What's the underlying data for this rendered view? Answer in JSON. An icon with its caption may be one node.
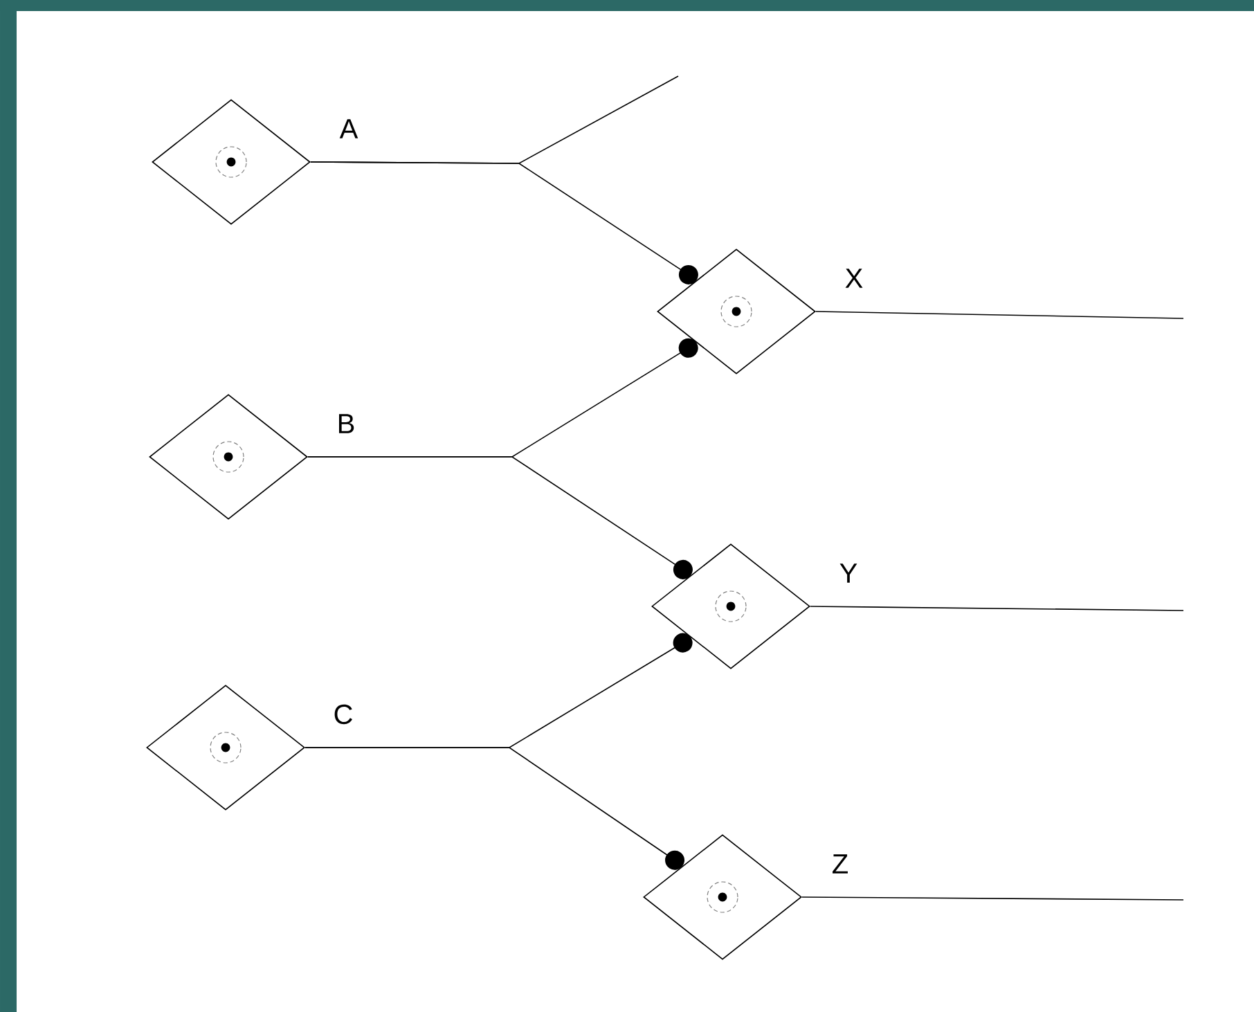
{
  "diagram": {
    "nodes": [
      {
        "text": [],
        "shape": "diamond",
        "beside": [
          "A"
        ]
      },
      {
        "text": [],
        "shape": "diamond",
        "beside": [
          "B"
        ]
      },
      {
        "text": [],
        "shape": "diamond",
        "beside": [
          "C"
        ]
      },
      {
        "text": [],
        "shape": "diamond",
        "beside": [
          "X"
        ]
      },
      {
        "text": [],
        "shape": "diamond",
        "beside": [
          "Y"
        ]
      },
      {
        "text": [],
        "shape": "diamond",
        "beside": [
          "Z"
        ]
      }
    ],
    "edges": [
      {
        "from": 0,
        "to": null,
        "arrow": "none"
      },
      {
        "from": 0,
        "to": 3,
        "arrow": "other"
      },
      {
        "from": 1,
        "to": 3,
        "arrow": "other"
      },
      {
        "from": 1,
        "to": 4,
        "arrow": "other"
      },
      {
        "from": 2,
        "to": 4,
        "arrow": "other"
      },
      {
        "from": 2,
        "to": 5,
        "arrow": "other"
      },
      {
        "from": 3,
        "to": null,
        "arrow": "none"
      },
      {
        "from": 4,
        "to": null,
        "arrow": "none"
      },
      {
        "from": 5,
        "to": null,
        "arrow": "none"
      }
    ]
  }
}
